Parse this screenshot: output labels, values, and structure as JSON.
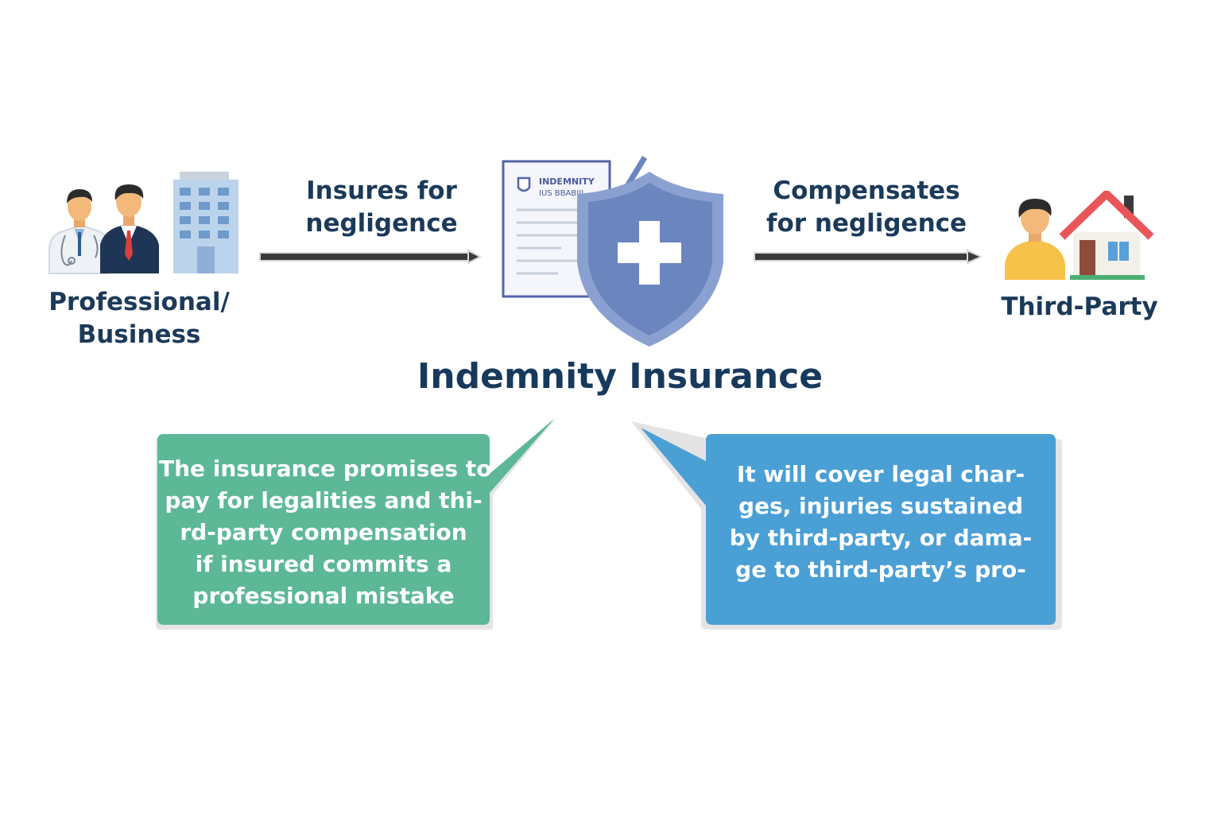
{
  "left": {
    "label_lines": [
      "Professional/",
      "Business"
    ]
  },
  "arrow_left": {
    "label_lines": [
      "Insures for",
      "negligence"
    ]
  },
  "center": {
    "title": "Indemnity Insurance",
    "doc_title": "INDEMNITY",
    "doc_subtitle": "ΙUS ΒΒΑΒΙΙΙ"
  },
  "arrow_right": {
    "label_lines": [
      "Compensates",
      "for negligence"
    ]
  },
  "right": {
    "label_lines": [
      "Third-Party"
    ]
  },
  "bubble_left": {
    "lines": [
      "The insurance promises to",
      "pay for legalities and thi-",
      "rd-party compensation",
      "if insured commits a",
      "professional mistake"
    ]
  },
  "bubble_right": {
    "lines": [
      "It will cover legal char-",
      "ges, injuries sustained",
      "by third-party, or dama-",
      "ge to third-party’s pro-"
    ]
  },
  "colors": {
    "navy_text": "#1b3a5a",
    "shield": "#6b85bf",
    "bubble_green": "#5cb896",
    "bubble_blue": "#4a9fd5",
    "roof_red": "#e8565a",
    "skin": "#f2b97a"
  },
  "icons": [
    "doctor-icon",
    "businessman-icon",
    "office-building-icon",
    "insurance-document-icon",
    "pen-icon",
    "shield-cross-icon",
    "person-icon",
    "house-icon"
  ]
}
